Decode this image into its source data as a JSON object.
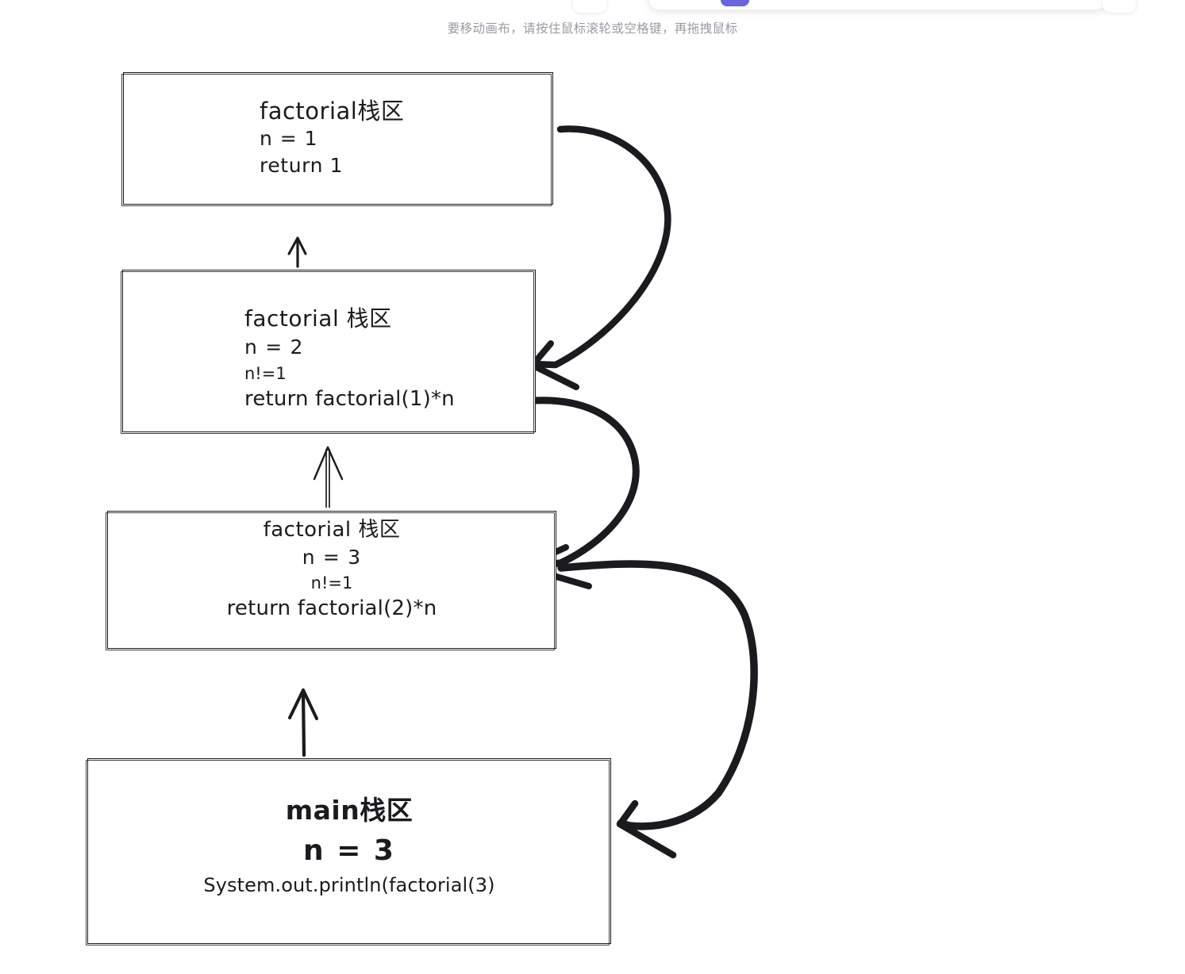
{
  "app": {
    "canvas_hint": "要移动画布，请按住鼠标滚轮或空格键，再拖拽鼠标",
    "accent_color": "#6965db",
    "hint_color": "#9a9aa3",
    "stroke_color": "#1b1b1f",
    "background_color": "#ffffff"
  },
  "toolbar": {
    "selected_tool": "selection-tool",
    "tools": [
      "lock-icon",
      "hand-icon",
      "selection-icon",
      "rectangle-icon",
      "diamond-icon",
      "ellipse-icon",
      "arrow-icon",
      "line-icon",
      "draw-icon",
      "text-icon",
      "image-icon",
      "eraser-icon",
      "shapes-icon"
    ],
    "left_button": "menu-icon",
    "right_button": "library-icon"
  },
  "diagram": {
    "type": "call-stack",
    "title": "factorial recursion call stack",
    "frames": [
      {
        "id": "factorial-1",
        "name": "factorial-frame-n1",
        "lines": [
          "factorial栈区",
          "n = 1",
          "return 1"
        ],
        "align": "left",
        "depth": 1
      },
      {
        "id": "factorial-2",
        "name": "factorial-frame-n2",
        "lines": [
          "factorial 栈区",
          "n = 2",
          "n!=1",
          "return factorial(1)*n"
        ],
        "align": "left",
        "depth": 2
      },
      {
        "id": "factorial-3",
        "name": "factorial-frame-n3",
        "lines": [
          "factorial 栈区",
          "n = 3",
          "n!=1",
          "return factorial(2)*n"
        ],
        "align": "center",
        "depth": 3
      },
      {
        "id": "main",
        "name": "main-frame",
        "lines": [
          "main栈区",
          "n = 3",
          "System.out.println(factorial(3)"
        ],
        "align": "center",
        "depth": 4
      }
    ],
    "arrows": [
      {
        "id": "call-main-to-f3",
        "kind": "call",
        "style": "straight-up",
        "from": "main",
        "to": "factorial-3"
      },
      {
        "id": "call-f3-to-f2",
        "kind": "call",
        "style": "straight-up-double",
        "from": "factorial-3",
        "to": "factorial-2"
      },
      {
        "id": "call-f2-to-f1",
        "kind": "call",
        "style": "straight-up",
        "from": "factorial-2",
        "to": "factorial-1"
      },
      {
        "id": "return-f1-to-f2",
        "kind": "return",
        "style": "curve-right",
        "from": "factorial-1",
        "to": "factorial-2"
      },
      {
        "id": "return-f2-to-f3",
        "kind": "return",
        "style": "curve-right",
        "from": "factorial-2",
        "to": "factorial-3"
      },
      {
        "id": "return-f3-to-main",
        "kind": "return",
        "style": "curve-right",
        "from": "factorial-3",
        "to": "main"
      }
    ]
  }
}
